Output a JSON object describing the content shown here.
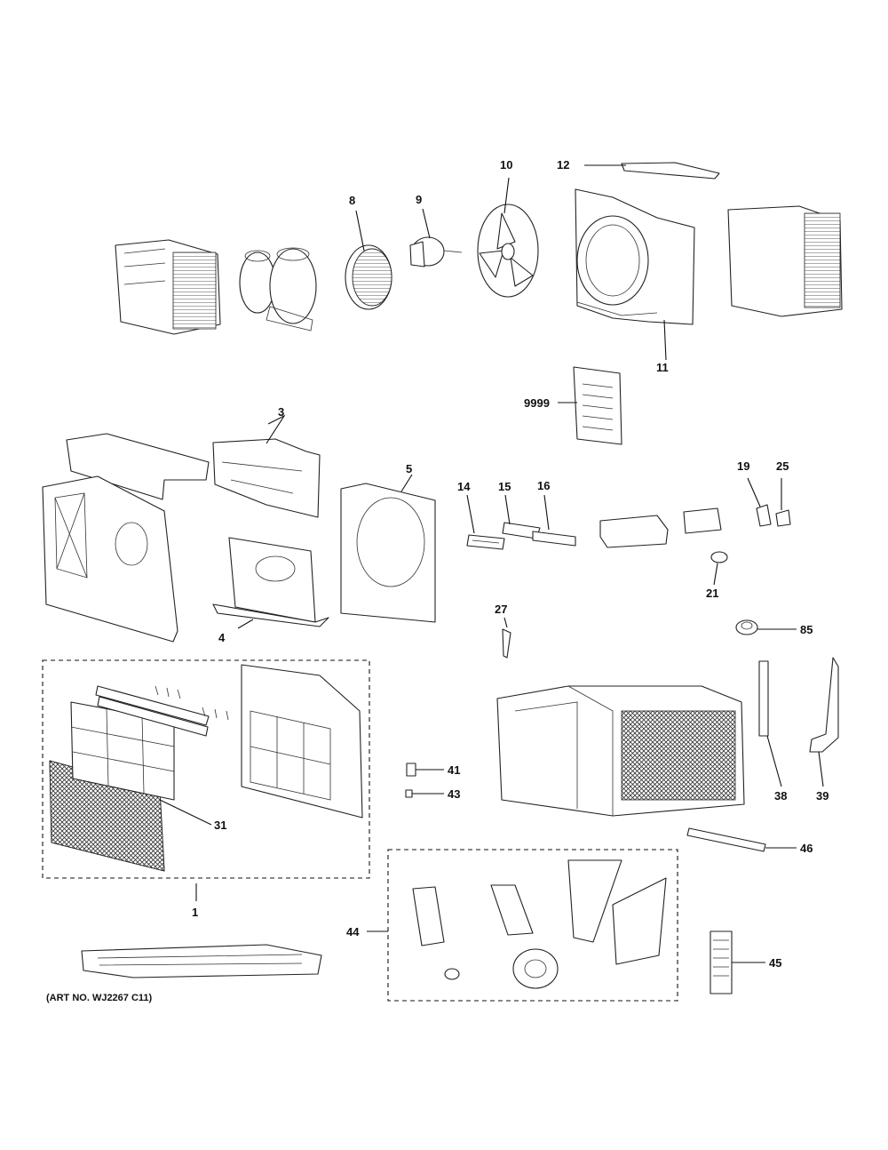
{
  "labels": {
    "p1": "1",
    "p3": "3",
    "p4": "4",
    "p5": "5",
    "p8": "8",
    "p9": "9",
    "p10": "10",
    "p11": "11",
    "p12": "12",
    "p14": "14",
    "p15": "15",
    "p16": "16",
    "p19": "19",
    "p21": "21",
    "p25": "25",
    "p27": "27",
    "p31": "31",
    "p38": "38",
    "p39": "39",
    "p41": "41",
    "p43": "43",
    "p44": "44",
    "p45": "45",
    "p46": "46",
    "p85": "85",
    "p9999": "9999"
  },
  "art_number": "(ART NO. WJ2267 C11)"
}
